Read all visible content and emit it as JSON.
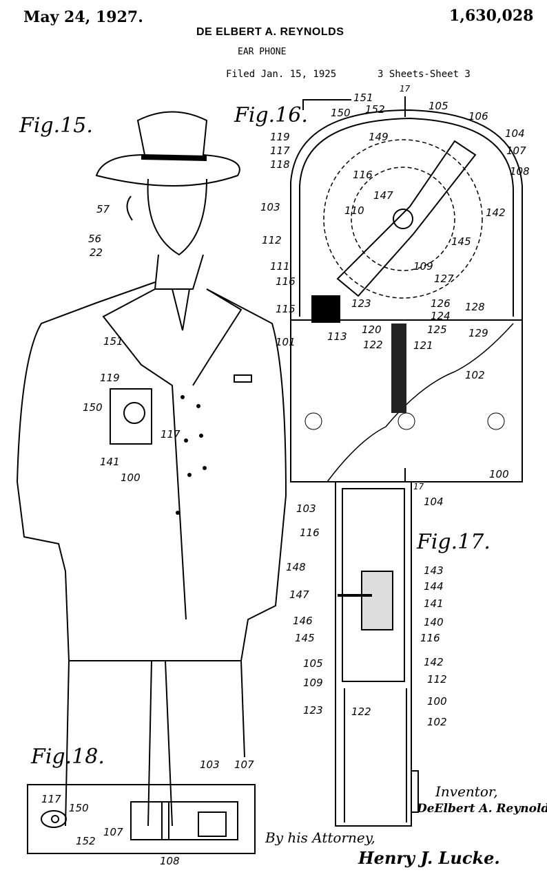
{
  "header": {
    "date": "May 24, 1927.",
    "patent_number": "1,630,028",
    "inventor": "DE ELBERT A. REYNOLDS",
    "title": "EAR PHONE",
    "filed": "Filed Jan. 15, 1925",
    "sheets": "3 Sheets-Sheet 3"
  },
  "figures": {
    "fig15": "Fig.15.",
    "fig16": "Fig.16.",
    "fig17": "Fig.17.",
    "fig18": "Fig.18."
  },
  "fig15_labels": [
    "57",
    "56",
    "22",
    "151",
    "119",
    "150",
    "117",
    "141",
    "100"
  ],
  "fig16_labels": [
    "151",
    "150",
    "152",
    "149",
    "119",
    "117",
    "118",
    "103",
    "116",
    "147",
    "110",
    "112",
    "111",
    "116",
    "115",
    "113",
    "101",
    "105",
    "106",
    "104",
    "107",
    "108",
    "142",
    "145",
    "109",
    "127",
    "123",
    "126",
    "124",
    "128",
    "125",
    "120",
    "129",
    "122",
    "121",
    "102",
    "100",
    "17",
    "17"
  ],
  "fig17_labels": [
    "103",
    "104",
    "116",
    "148",
    "147",
    "143",
    "144",
    "146",
    "141",
    "140",
    "145",
    "116",
    "105",
    "142",
    "109",
    "112",
    "123",
    "122",
    "100",
    "102"
  ],
  "fig18_labels": [
    "103",
    "107",
    "117",
    "150",
    "107",
    "152",
    "108"
  ],
  "signatures": {
    "inventor_label": "Inventor,",
    "inventor_sig": "DeElbert A. Reynolds",
    "by_attorney": "By his Attorney,",
    "attorney_sig": "Henry J. Lucke."
  }
}
